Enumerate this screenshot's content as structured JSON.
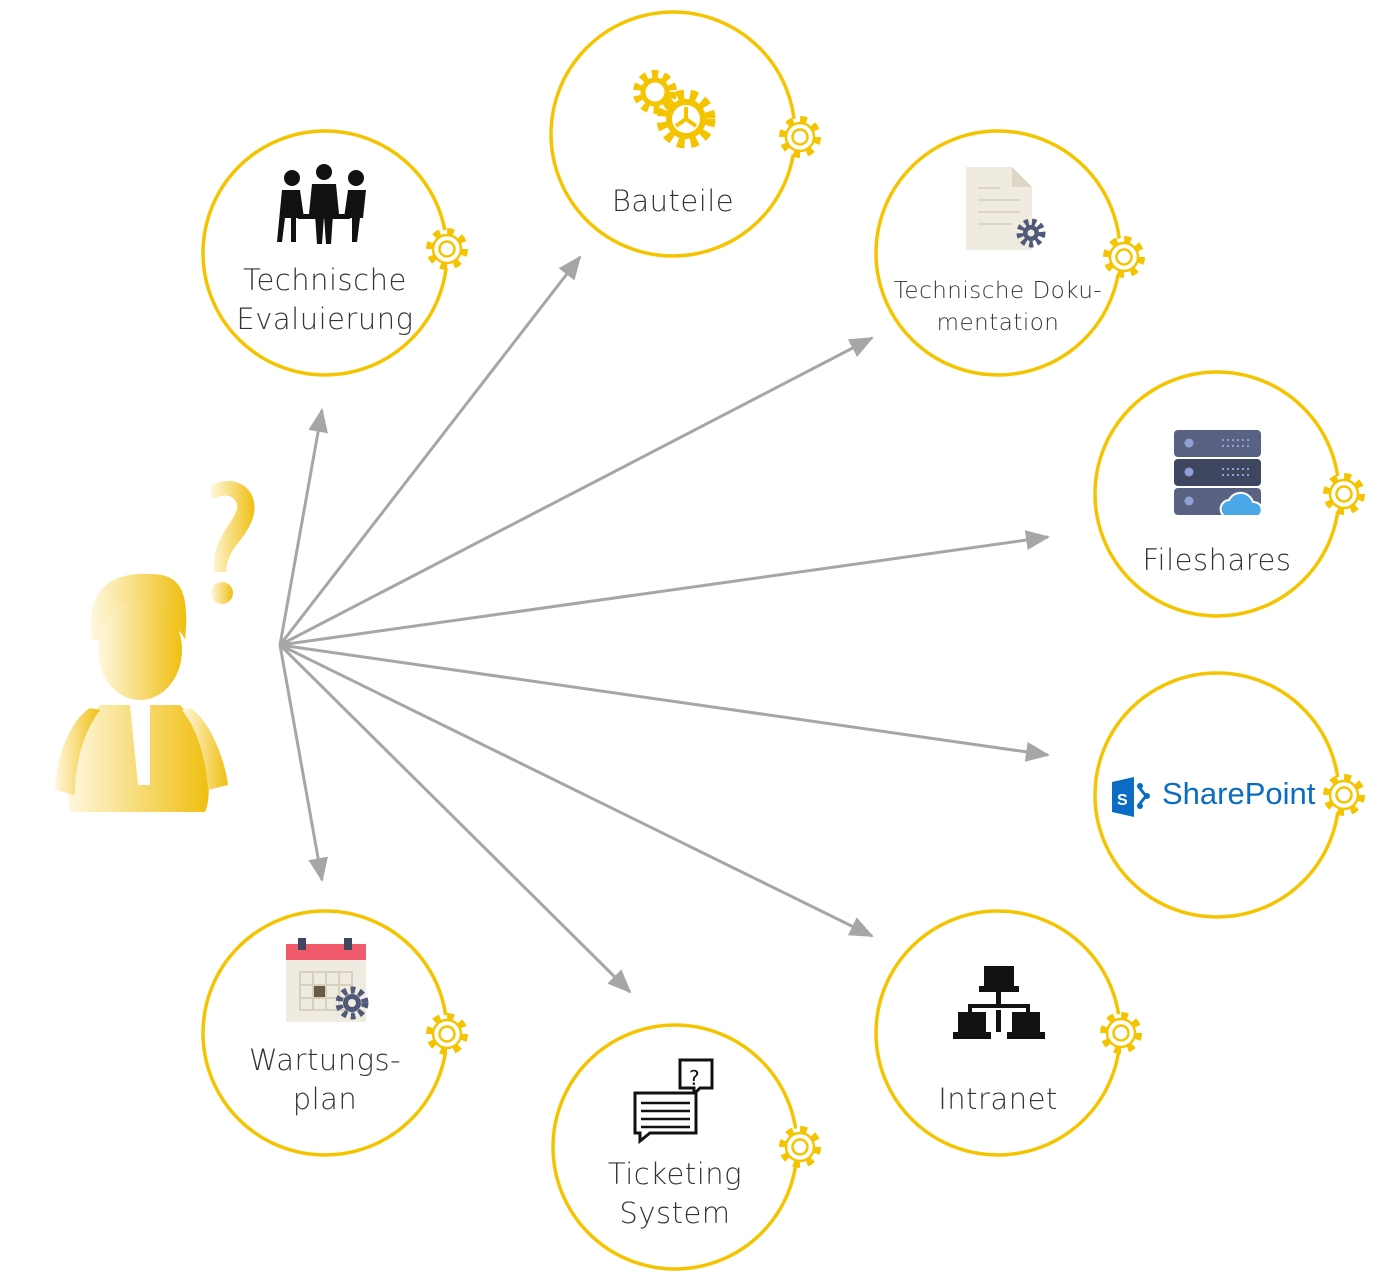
{
  "colors": {
    "accent": "#f5c400",
    "arrow": "#a6a6a6",
    "text": "#333333",
    "sharepoint": "#0a6cc2"
  },
  "user": {
    "icon": "confused-user-icon",
    "symbol": "?"
  },
  "nodes": [
    {
      "id": "technische-evaluierung",
      "label": "Technische Evaluierung",
      "line1": "Technische",
      "line2": "Evaluierung",
      "icon": "meeting-people-icon"
    },
    {
      "id": "bauteile",
      "label": "Bauteile",
      "icon": "gears-icon"
    },
    {
      "id": "technische-dokumentation",
      "line1": "Technische Doku-",
      "line2": "mentation",
      "icon": "document-gear-icon"
    },
    {
      "id": "fileshares",
      "label": "Fileshares",
      "icon": "server-cloud-icon"
    },
    {
      "id": "sharepoint",
      "label": "SharePoint",
      "logo_letter": "S",
      "icon": "sharepoint-logo-icon"
    },
    {
      "id": "intranet",
      "label": "Intranet",
      "icon": "network-icon"
    },
    {
      "id": "ticketing-system",
      "line1": "Ticketing",
      "line2": "System",
      "icon": "chat-question-icon"
    },
    {
      "id": "wartungsplan",
      "line1": "Wartungs-",
      "line2": "plan",
      "icon": "calendar-gear-icon"
    }
  ]
}
